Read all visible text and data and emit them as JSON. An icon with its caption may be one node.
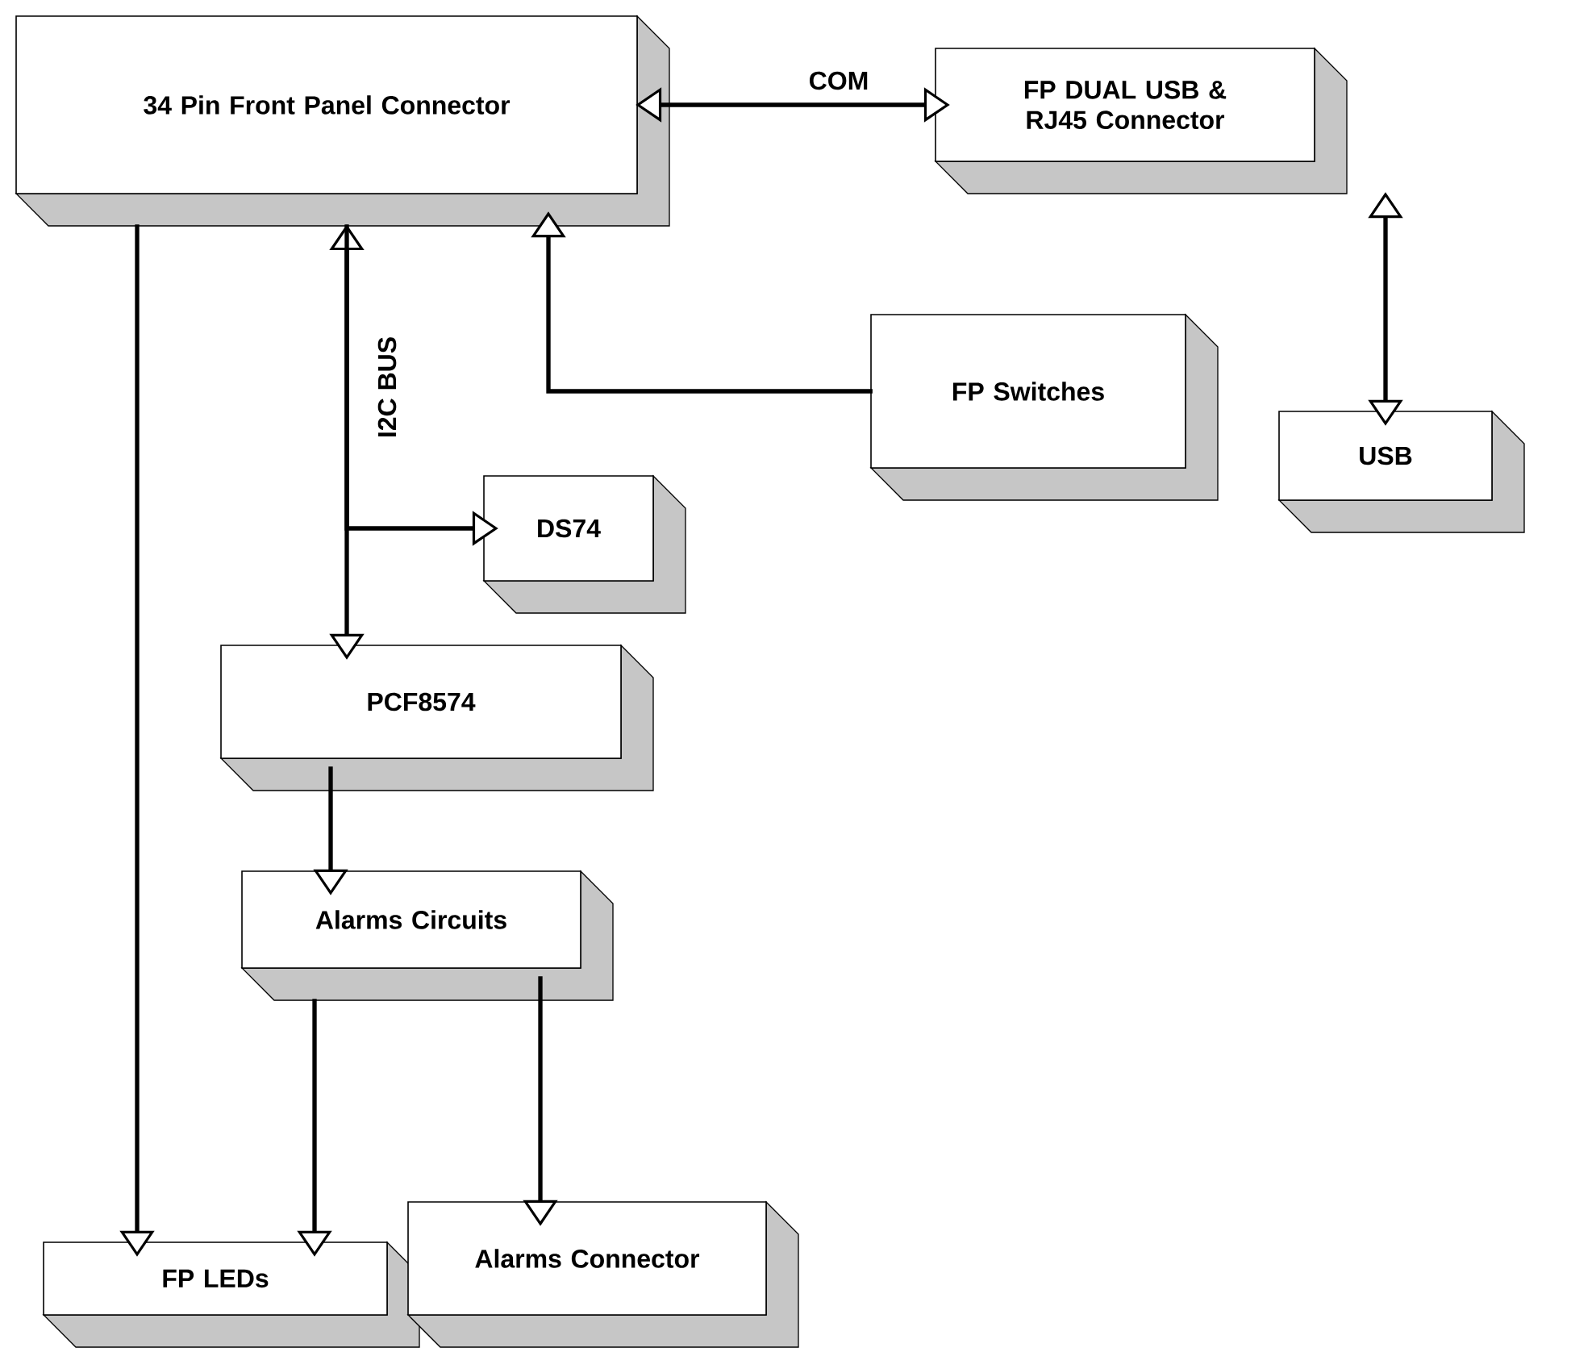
{
  "diagram": {
    "nodes": [
      {
        "text": [
          "34 Pin Front Panel Connector"
        ]
      },
      {
        "text": [
          "FP DUAL USB & RJ45 Connector"
        ]
      },
      {
        "text": [
          "FP Switches"
        ]
      },
      {
        "text": [
          "USB"
        ]
      },
      {
        "text": [
          "DS74"
        ]
      },
      {
        "text": [
          "PCF8574"
        ]
      },
      {
        "text": [
          "Alarms Circuits"
        ]
      },
      {
        "text": [
          "FP LEDs"
        ]
      },
      {
        "text": [
          "Alarms Connector"
        ]
      }
    ],
    "edges": [
      {
        "from": 0,
        "to": 1,
        "arrow": "both",
        "label": "COM"
      },
      {
        "from": 1,
        "to": 3,
        "arrow": "both"
      },
      {
        "from": 2,
        "to": 0,
        "arrow": "to"
      },
      {
        "from": 0,
        "to": 5,
        "arrow": "both",
        "label": "I2C BUS"
      },
      {
        "from": 0,
        "to": 4,
        "arrow": "to"
      },
      {
        "from": 5,
        "to": 6,
        "arrow": "to"
      },
      {
        "from": 6,
        "to": 7,
        "arrow": "to"
      },
      {
        "from": 6,
        "to": 8,
        "arrow": "to"
      },
      {
        "from": 0,
        "to": 7,
        "arrow": "to"
      }
    ]
  }
}
